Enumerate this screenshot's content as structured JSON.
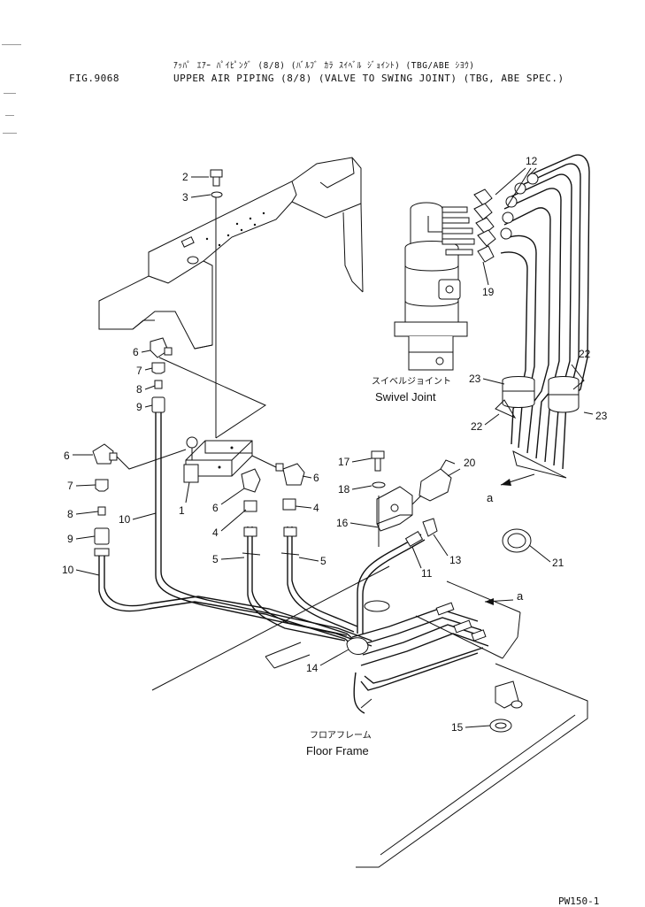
{
  "header": {
    "fig": "FIG.9068",
    "title_jp": "ｱｯﾊﾟ ｴｱｰ ﾊﾟｲﾋﾟﾝｸﾞ (8/8) (ﾊﾞﾙﾌﾞ ｶﾗ ｽｲﾍﾞﾙ ｼﾞｮｲﾝﾄ) (TBG/ABE ｼﾖｳ)",
    "title_en": "UPPER AIR PIPING (8/8) (VALVE TO SWING JOINT) (TBG, ABE SPEC.)"
  },
  "labels": {
    "swivel_jp": "スイベルジョイント",
    "swivel_en": "Swivel Joint",
    "floor_jp": "フロアフレーム",
    "floor_en": "Floor Frame",
    "view_a": "a"
  },
  "callouts": [
    "2",
    "3",
    "6",
    "7",
    "8",
    "9",
    "6",
    "7",
    "8",
    "9",
    "10",
    "10",
    "1",
    "6",
    "4",
    "5",
    "6",
    "4",
    "5",
    "12",
    "19",
    "22",
    "23",
    "23",
    "22",
    "17",
    "18",
    "16",
    "20",
    "13",
    "11",
    "21",
    "14",
    "15"
  ],
  "page_no": "PW150-1"
}
